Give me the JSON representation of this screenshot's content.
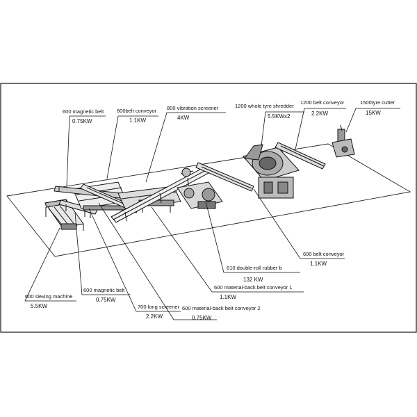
{
  "labels": {
    "mag_belt_top": "600 magnetic belt",
    "mag_belt_top_kw": "0.75KW",
    "belt_conv_600": "600belt conveyor",
    "belt_conv_600_kw": "1.1KW",
    "vib_screener": "800 vibration screener",
    "vib_screener_kw": "4KW",
    "tyre_shredder": "1200 whole tyre shredder",
    "tyre_shredder_kw": "5.5KWx2",
    "belt_conv_1200": "1200 belt conveyor",
    "belt_conv_1200_kw": "2.2KW",
    "tyre_cutter": "1500tyre cutter",
    "tyre_cutter_kw": "15KW",
    "belt_conv_right": "600 belt conveyor",
    "belt_conv_right_kw": "1.1KW",
    "double_roll": "610 double-roll rubber b",
    "double_roll_kw": "132 KW",
    "mat_back_1": "600 material-back belt conveyor 1",
    "mat_back_1_kw": "1.1KW",
    "sieving": "600 sieving machine",
    "sieving_kw": "5.5KW",
    "mag_belt_bottom": "600 magnetic belt",
    "mag_belt_bottom_kw": "0.75KW",
    "long_screener": "700 long screener",
    "long_screener_kw": "2.2KW",
    "mat_back_2": "600 material-back belt conveyor 2",
    "mat_back_2_kw": "0.75KW"
  }
}
